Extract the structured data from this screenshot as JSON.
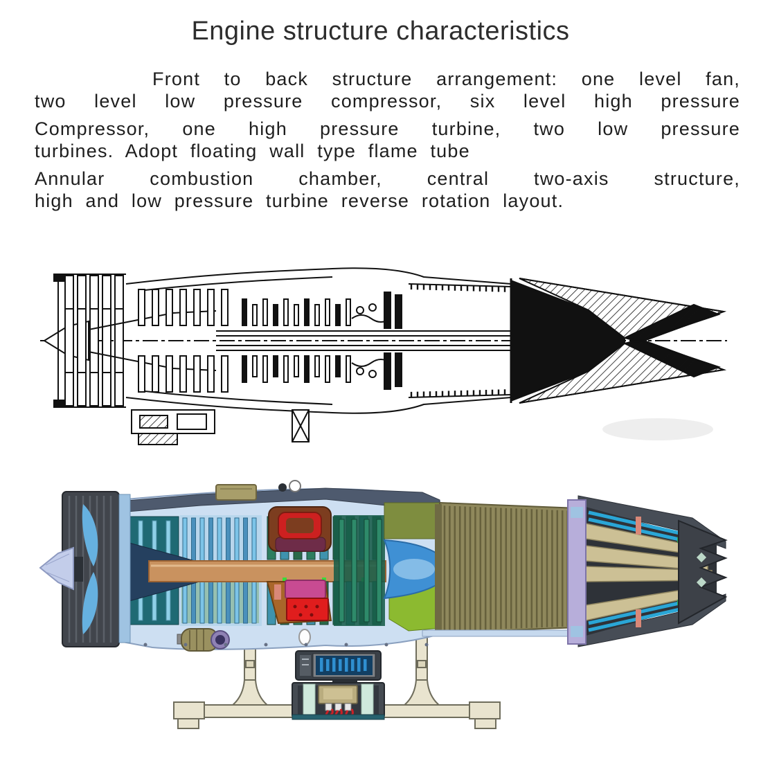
{
  "title": "Engine structure characteristics",
  "paragraphs": [
    {
      "lines": [
        "Front to back structure arrangement: one level fan,",
        "two level low pressure compressor, six level high pressure"
      ]
    },
    {
      "lines": [
        "Compressor, one high pressure turbine, two low pressure",
        "turbines. Adopt floating wall type flame tube"
      ]
    },
    {
      "lines": [
        "Annular combustion chamber, central two-axis structure,",
        "high and low pressure turbine reverse rotation layout."
      ]
    }
  ],
  "figures": [
    {
      "name": "engine-cross-section-drawing",
      "style": "black-and-white technical line drawing of turbofan engine side cross-section"
    },
    {
      "name": "engine-cutaway-render",
      "style": "color 3D cutaway render of turbofan engine model on display stand with control box"
    }
  ],
  "colors": {
    "text": "#1f1f1f",
    "line_art": "#111111",
    "spinner": "#c3cdea",
    "fan_disk": "#41454c",
    "fan_blade_blue": "#66b1e0",
    "casing_light_blue": "#cddff2",
    "casing_dark_band": "#4e5a6e",
    "compressor_teal": "#1f6a74",
    "shaft_copper": "#c9925f",
    "combustor_red": "#cd2020",
    "combustor_magenta": "#c84b92",
    "turbine_green": "#175c49",
    "exit_cone_blue": "#3f90d4",
    "chartreuse": "#8cba30",
    "afterburner_olive": "#8f885c",
    "nozzle_lavender": "#b7aeda",
    "nozzle_petal_tan": "#ccc095",
    "actuator_cyan": "#2aa6d6",
    "nozzle_dark": "#3d4148",
    "stand_cream": "#e9e4cf",
    "display_blue": "#2f8fd0",
    "wire_red": "#cc2026"
  }
}
